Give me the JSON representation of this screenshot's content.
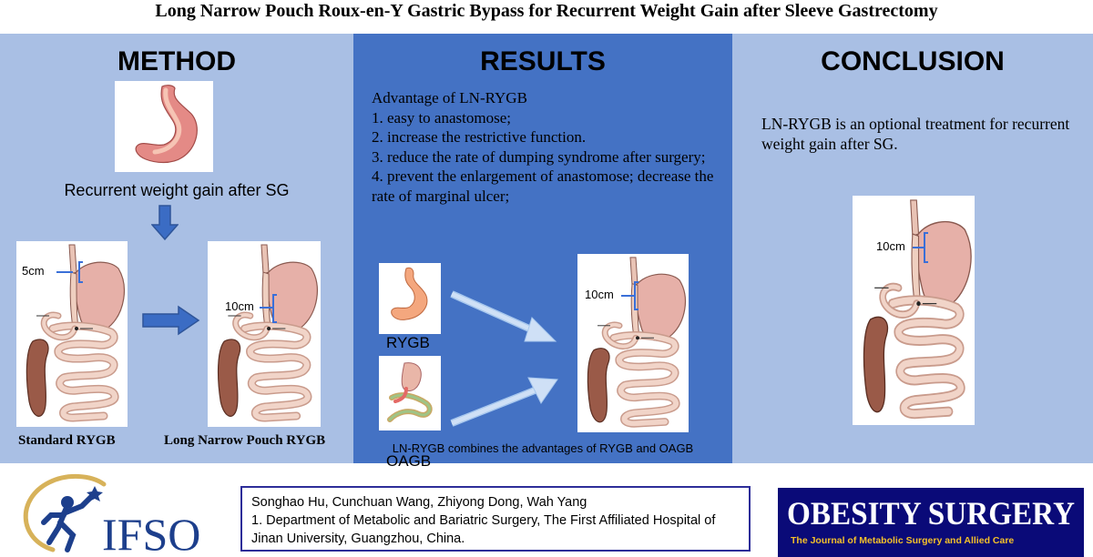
{
  "title": "Long Narrow Pouch Roux-en-Y Gastric Bypass for Recurrent Weight Gain after Sleeve Gastrectomy",
  "method": {
    "heading": "METHOD",
    "recurrent_text": "Recurrent weight gain after SG",
    "standard": {
      "measure": "5cm",
      "caption": "Standard RYGB"
    },
    "long_narrow": {
      "measure": "10cm",
      "caption": "Long Narrow Pouch RYGB"
    }
  },
  "results": {
    "heading": "RESULTS",
    "advantages_title": "Advantage of LN-RYGB",
    "advantages": [
      "1. easy to anastomose;",
      "2. increase the restrictive function.",
      "3. reduce the rate of dumping syndrome after surgery;",
      "4. prevent the enlargement of anastomose; decrease the rate of marginal ulcer;"
    ],
    "rygb_label": "RYGB",
    "oagb_label": "OAGB",
    "measure": "10cm",
    "combine_text": "LN-RYGB combines the advantages of RYGB and OAGB"
  },
  "conclusion": {
    "heading": "CONCLUSION",
    "text": "LN-RYGB is an optional treatment for recurrent weight gain after SG.",
    "measure": "10cm"
  },
  "footer": {
    "ifso_logo_text": "IFSO",
    "authors": "Songhao Hu, Cunchuan Wang, Zhiyong Dong, Wah Yang",
    "affiliation": "1. Department of Metabolic and Bariatric Surgery, The First Affiliated Hospital of Jinan University, Guangzhou, China.",
    "journal_title": "Obesity Surgery",
    "journal_subtitle": "The Journal of Metabolic Surgery and Allied Care"
  },
  "colors": {
    "panel_light": "#a9bfe4",
    "panel_dark": "#4472c4",
    "arrow": "#3b6cc4",
    "journal_bg": "#0a0a78",
    "journal_sub": "#f4c02a"
  }
}
